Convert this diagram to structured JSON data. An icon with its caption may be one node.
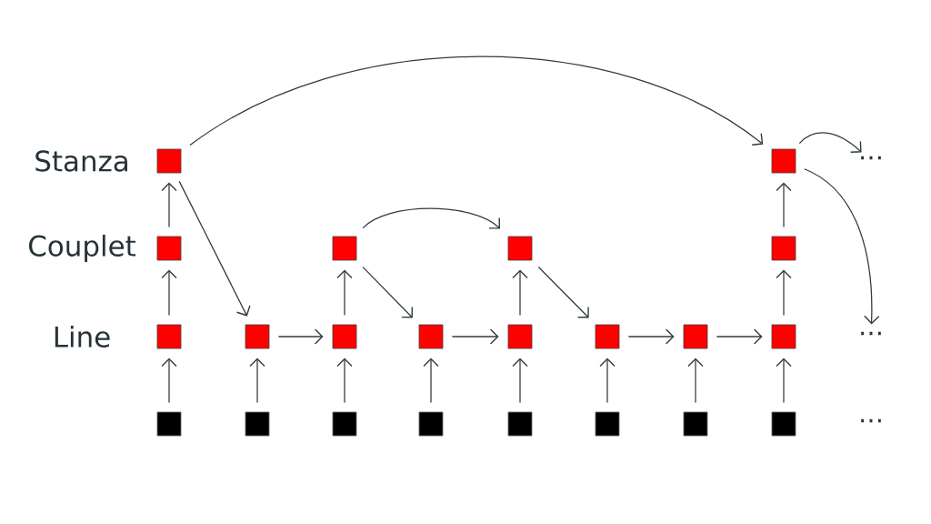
{
  "diagram": {
    "nodes": [
      {
        "text": [],
        "shape": "box"
      },
      {
        "text": [],
        "shape": "box"
      },
      {
        "text": [
          "⋯"
        ]
      },
      {
        "text": [],
        "shape": "box"
      },
      {
        "text": [],
        "shape": "box"
      },
      {
        "text": [],
        "shape": "box"
      },
      {
        "text": [],
        "shape": "box"
      },
      {
        "text": [],
        "shape": "box"
      },
      {
        "text": [],
        "shape": "box"
      },
      {
        "text": [],
        "shape": "box"
      },
      {
        "text": [],
        "shape": "box"
      },
      {
        "text": [],
        "shape": "box"
      },
      {
        "text": [],
        "shape": "box"
      },
      {
        "text": [],
        "shape": "box"
      },
      {
        "text": [],
        "shape": "box"
      },
      {
        "text": [
          "⋯"
        ]
      },
      {
        "text": [],
        "shape": "box"
      },
      {
        "text": [],
        "shape": "box"
      },
      {
        "text": [],
        "shape": "box"
      },
      {
        "text": [],
        "shape": "box"
      },
      {
        "text": [],
        "shape": "box"
      },
      {
        "text": [],
        "shape": "box"
      },
      {
        "text": [],
        "shape": "box"
      },
      {
        "text": [],
        "shape": "box"
      }
    ],
    "edges": [
      {
        "from": 16,
        "to": 7,
        "arrow": "to"
      },
      {
        "from": 17,
        "to": 8,
        "arrow": "to"
      },
      {
        "from": 18,
        "to": 9,
        "arrow": "to"
      },
      {
        "from": 19,
        "to": 10,
        "arrow": "to"
      },
      {
        "from": 20,
        "to": 11,
        "arrow": "to"
      },
      {
        "from": 21,
        "to": 12,
        "arrow": "to"
      },
      {
        "from": 22,
        "to": 13,
        "arrow": "to"
      },
      {
        "from": 23,
        "to": 14,
        "arrow": "to"
      },
      {
        "from": 7,
        "to": 3,
        "arrow": "to"
      },
      {
        "from": 9,
        "to": 4,
        "arrow": "to"
      },
      {
        "from": 11,
        "to": 5,
        "arrow": "to"
      },
      {
        "from": 14,
        "to": 6,
        "arrow": "to"
      },
      {
        "from": 3,
        "to": 0,
        "arrow": "to"
      },
      {
        "from": 6,
        "to": 1,
        "arrow": "to"
      },
      {
        "from": 8,
        "to": 9,
        "arrow": "to"
      },
      {
        "from": 10,
        "to": 11,
        "arrow": "to"
      },
      {
        "from": 12,
        "to": 13,
        "arrow": "to"
      },
      {
        "from": 13,
        "to": 14,
        "arrow": "to"
      },
      {
        "from": 0,
        "to": 8,
        "arrow": "to"
      },
      {
        "from": 4,
        "to": 10,
        "arrow": "to"
      },
      {
        "from": 5,
        "to": 12,
        "arrow": "to"
      },
      {
        "from": 4,
        "to": 5,
        "arrow": "to"
      },
      {
        "from": 0,
        "to": 1,
        "arrow": "to"
      },
      {
        "from": 1,
        "to": 2,
        "arrow": "to"
      },
      {
        "from": 1,
        "to": 15,
        "arrow": "to"
      }
    ],
    "labels": [
      "Stanza",
      "Couplet",
      "Line",
      "⋯"
    ]
  }
}
